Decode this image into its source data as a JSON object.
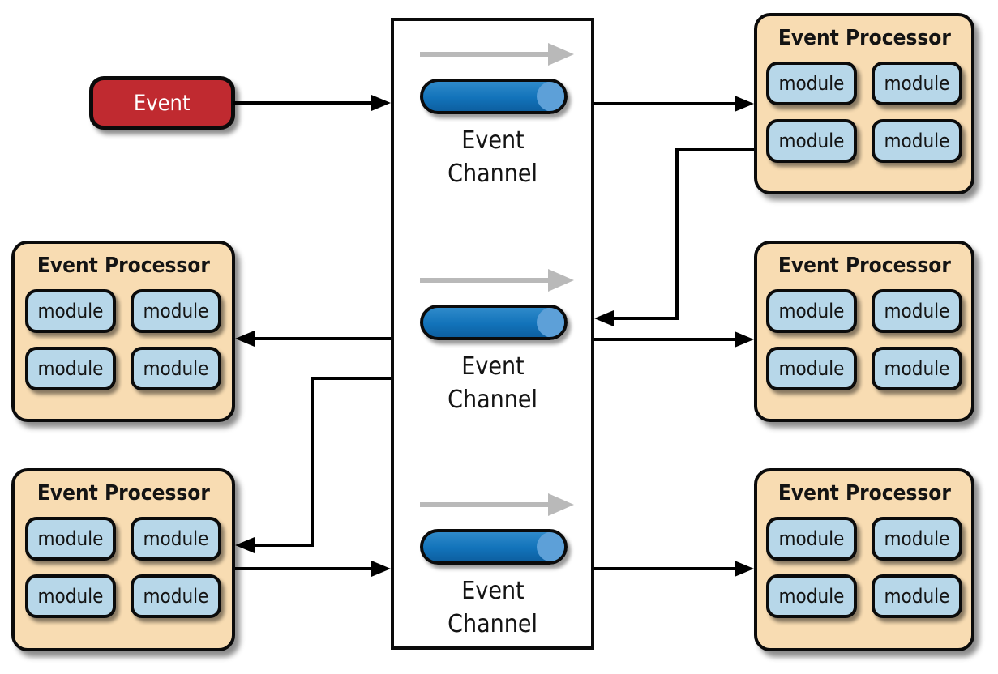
{
  "event": {
    "label": "Event"
  },
  "channels": [
    {
      "name": "event-channel-1",
      "line1": "Event",
      "line2": "Channel"
    },
    {
      "name": "event-channel-2",
      "line1": "Event",
      "line2": "Channel"
    },
    {
      "name": "event-channel-3",
      "line1": "Event",
      "line2": "Channel"
    }
  ],
  "processors": [
    {
      "name": "event-processor-top-right",
      "title": "Event Processor",
      "modules": [
        "module",
        "module",
        "module",
        "module"
      ]
    },
    {
      "name": "event-processor-middle-left",
      "title": "Event Processor",
      "modules": [
        "module",
        "module",
        "module",
        "module"
      ]
    },
    {
      "name": "event-processor-middle-right",
      "title": "Event Processor",
      "modules": [
        "module",
        "module",
        "module",
        "module"
      ]
    },
    {
      "name": "event-processor-bottom-left",
      "title": "Event Processor",
      "modules": [
        "module",
        "module",
        "module",
        "module"
      ]
    },
    {
      "name": "event-processor-bottom-right",
      "title": "Event Processor",
      "modules": [
        "module",
        "module",
        "module",
        "module"
      ]
    }
  ],
  "flows": [
    {
      "from": "event",
      "to": "event-channel-1"
    },
    {
      "from": "event-channel-1",
      "to": "event-processor-top-right"
    },
    {
      "from": "event-processor-top-right",
      "to": "event-channel-2"
    },
    {
      "from": "event-channel-2",
      "to": "event-processor-middle-left"
    },
    {
      "from": "event-channel-2",
      "to": "event-processor-middle-right"
    },
    {
      "from": "event-channel-2",
      "to": "event-processor-bottom-left"
    },
    {
      "from": "event-processor-bottom-left",
      "to": "event-channel-3"
    },
    {
      "from": "event-channel-3",
      "to": "event-processor-bottom-right"
    }
  ],
  "colors": {
    "event_red": "#c02a30",
    "processor_tan": "#f8dcb2",
    "module_blue": "#b7d7e9",
    "pipe_blue": "#1273ba",
    "pipe_blue_dark": "#0d5fa0",
    "pipe_blue_light": "#2f8aca",
    "pipe_cap": "#5da0d8",
    "flow_gray": "#b9b9b9",
    "line_black": "#000000"
  }
}
